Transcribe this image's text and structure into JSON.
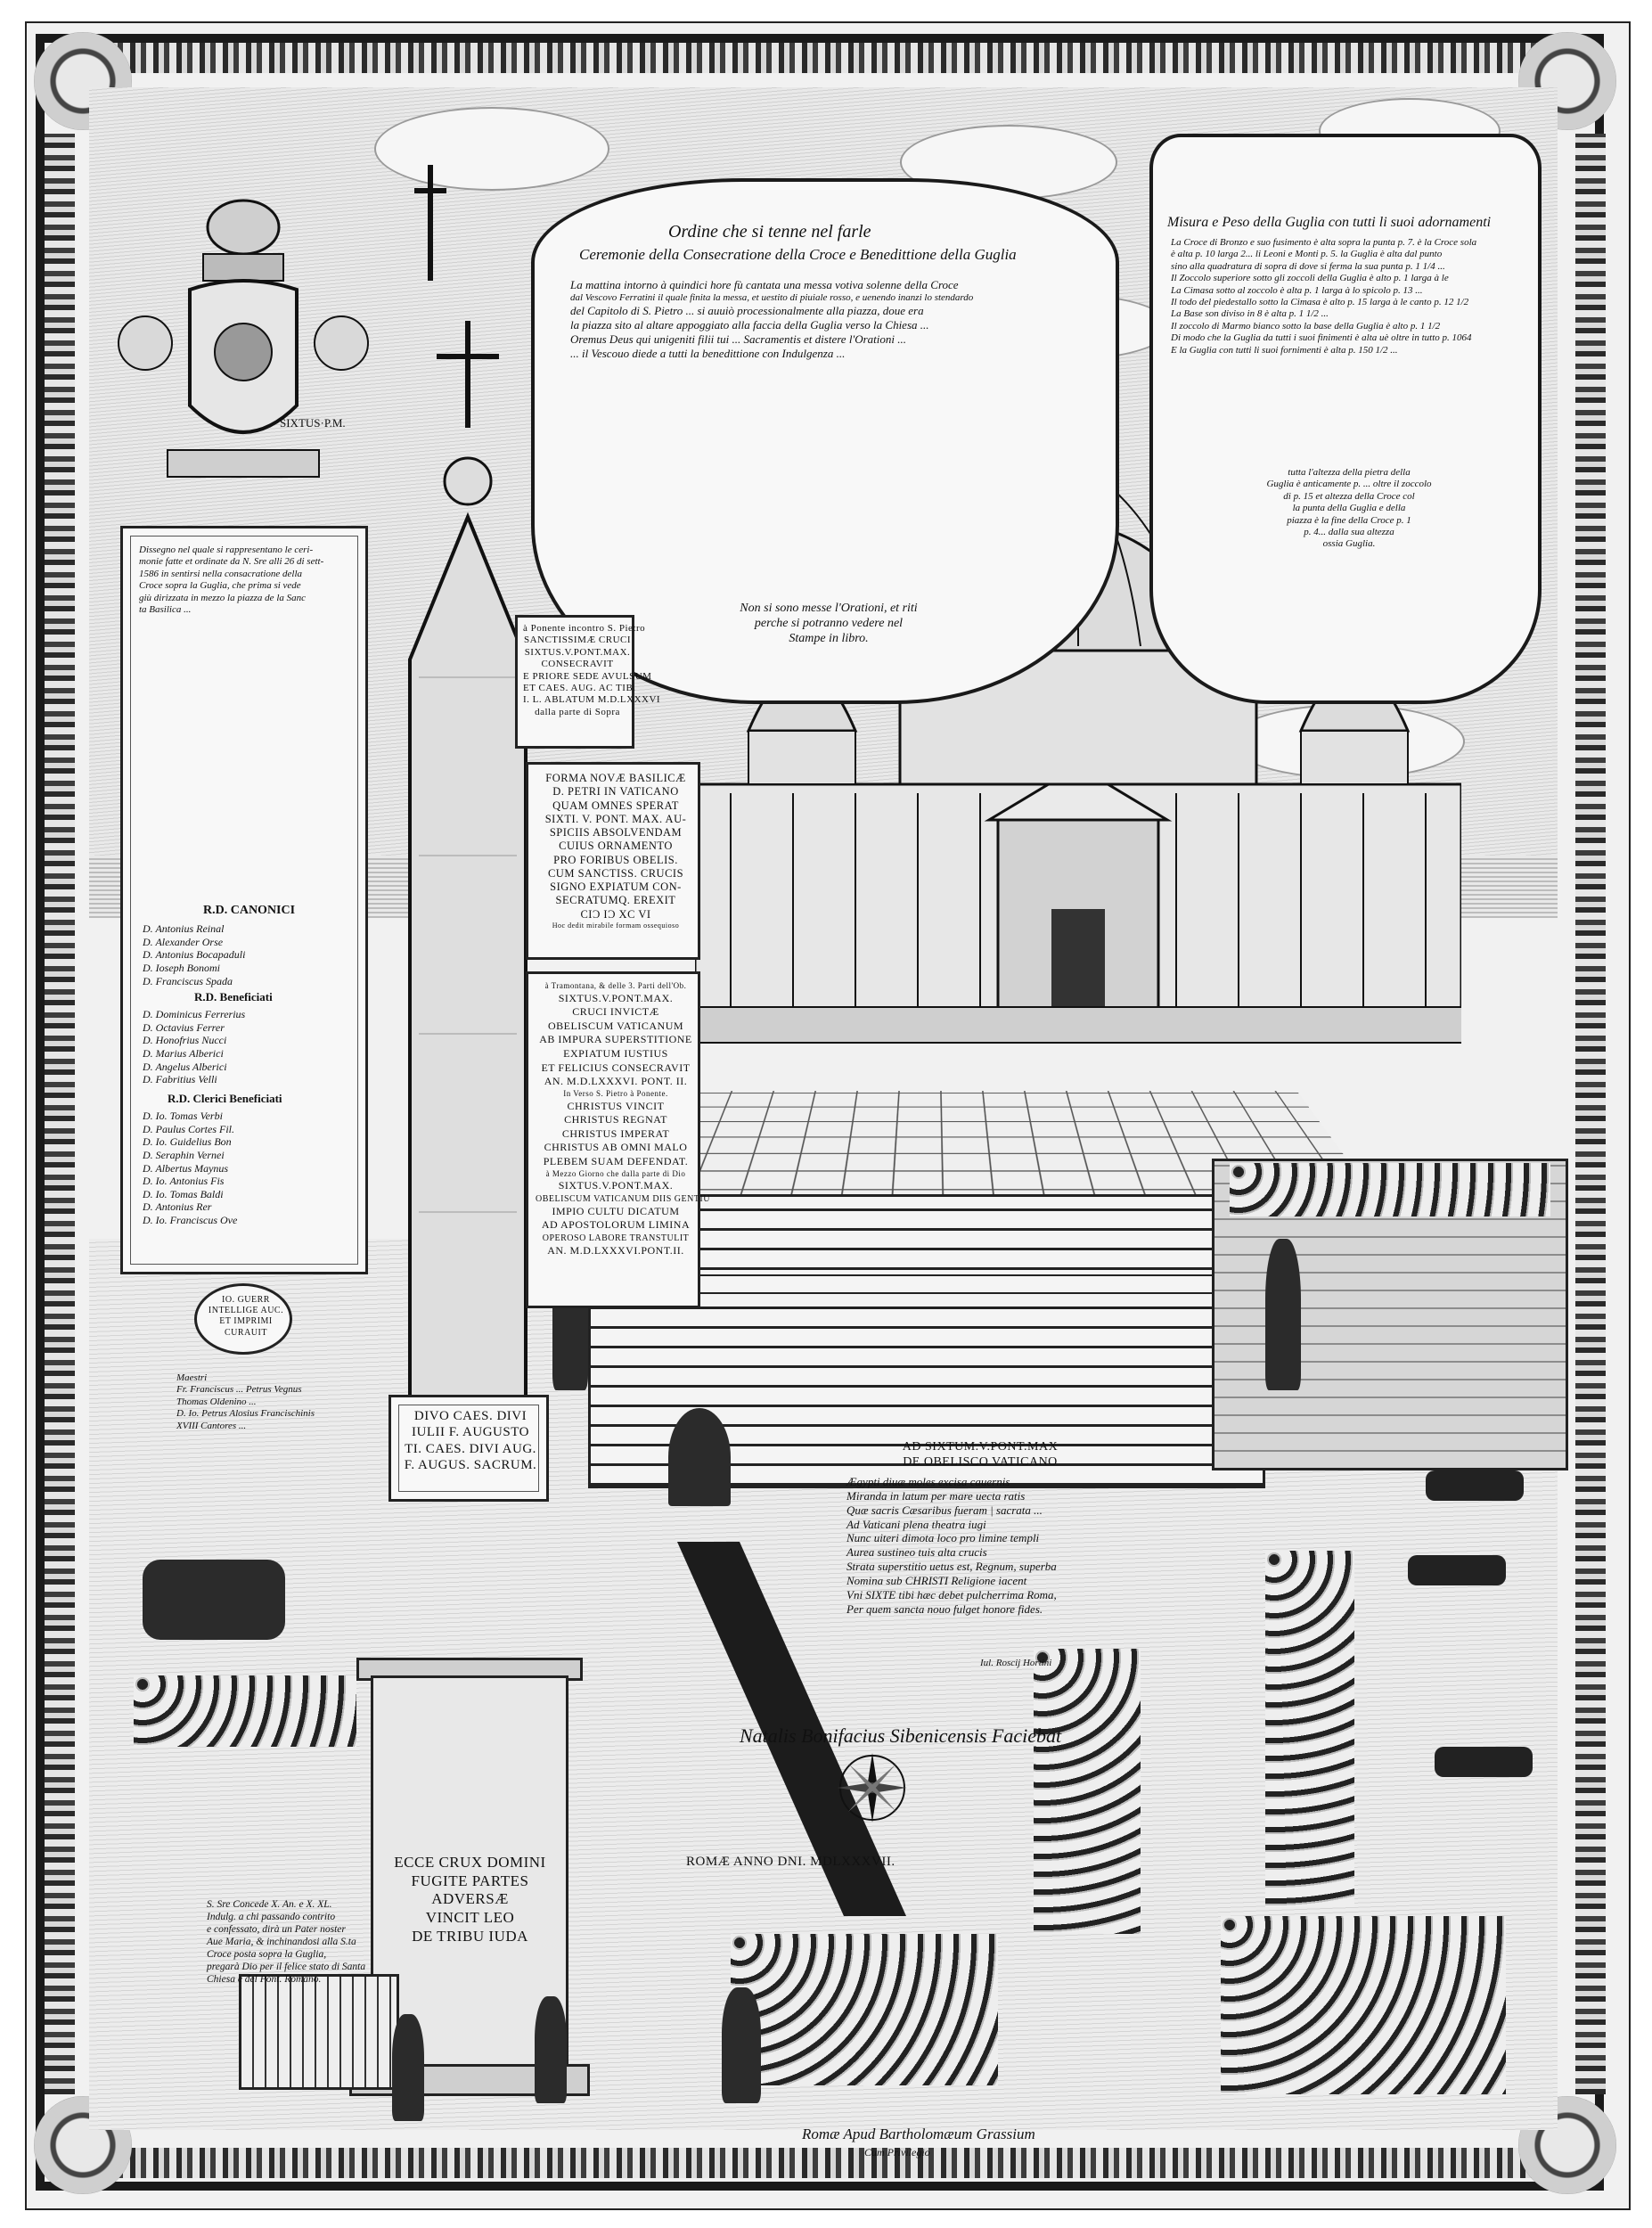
{
  "artwork": {
    "papal_arms_label": "SIXTUS·P.M.",
    "left_intro": [
      "Dissegno nel quale si rappresentano le ceri-",
      "monie fatte et ordinate da N. Sre alli 26 di sett-",
      "1586 in sentirsi nella consacratione della",
      "Croce sopra la Guglia, che prima si vede",
      "giù dirizzata in mezzo la piazza de la Sanc",
      "ta Basilica ..."
    ],
    "left_roster_heading_canonici": "R.D. CANONICI",
    "left_roster_heading_beneficiati": "R.D. Beneficiati",
    "left_roster_heading_clerici": "R.D. Clerici Beneficiati",
    "left_roster": [
      "D. Antonius Reinal",
      "D. Alexander Orse",
      "D. Antonius Bocapaduli",
      "D. Ioseph Bonomi",
      "D. Franciscus Spada",
      "D. Dominicus Ferrerius",
      "D. Octavius Ferrer",
      "D. Honofrius Nucci",
      "D. Marius Alberici",
      "D. Angelus Alberici",
      "D. Fabritius Velli",
      "D. Io. Tomas Verbi",
      "D. Paulus Cortes Fil.",
      "D. Io. Guidelius Bon",
      "D. Seraphin Vernei",
      "D. Albertus Maynus",
      "D. Io. Antonius Fis",
      "D. Io. Tomas Baldi",
      "D. Antonius Rer",
      "D. Io. Franciscus Ove"
    ],
    "left_privilege": [
      "IO. GUERR",
      "INTELLIGE AUC.",
      "ET IMPRIMI",
      "CURAUIT"
    ],
    "left_masters": [
      "Maestri",
      "Fr. Franciscus ... Petrus Vegnus",
      "Thomas Oldenino ...",
      "D. Io. Petrus Alosius Francischinis",
      "XVIII Cantores ..."
    ],
    "center_cartouche_title": "Ordine che si tenne nel farle",
    "center_cartouche_subtitle": "Ceremonie della Consecratione della Croce e Benedittione della Guglia",
    "center_cartouche_body": [
      "La mattina intorno à quindici hore fù cantata una messa votiva solenne della Croce",
      "dal Vescovo Ferratini il quale finita la messa, et uestito di piuiale rosso, e uenendo inanzi lo stendardo",
      "del Capitolo di S. Pietro ... si auuiò processionalmente alla piazza, doue era",
      "la piazza sito al altare appoggiato alla faccia della Guglia verso la Chiesa ...",
      "Oremus Deus qui unigeniti filii tui ... Sacramentis et distere l'Orationi ...",
      "... il Vescouo diede a tutti la benedittione con Indulgenza ...",
      "Non si sono messe l'Orationi, et riti",
      "perche si potranno vedere nel",
      "Stampe in libro."
    ],
    "right_cartouche_title": "Misura e Peso della Guglia con tutti li suoi adornamenti",
    "right_cartouche_body": [
      "La Croce di Bronzo e suo fusimento è alta sopra la punta p. 7. è la Croce sola",
      "è alta p. 10 larga 2... li Leoni e Monti p. 5. la Guglia è alta dal punto",
      "sino alla quadratura di sopra di dove si ferma la sua punta p. 1 1/4 ...",
      "Il Zoccolo superiore sotto gli zoccoli della Guglia è alto p. 1 larga à le",
      "La Cimasa sotto al zoccolo è alta p. 1 larga à lo spicolo p. 13 ...",
      "Il todo del piedestallo sotto la Cimasa è alto p. 15 larga à le canto p. 12 1/2",
      "La Base son diviso in 8 è alta p. 1 1/2 ... ",
      "Il zoccolo di Marmo bianco sotto la base della Guglia è alto p. 1 1/2",
      "Di modo che la Guglia da tutti i suoi finimenti è alta uè oltre in tutto p. 1064",
      "E la Guglia con tutti li suoi fornimenti è alta p. 150 1/2 ...",
      "tutta l'altezza della pietra della",
      "Guglia è anticamente p. ... oltre il zoccolo",
      "di p. 15 et altezza della Croce col",
      "la punta della Guglia e della",
      "piazza è la fine della Croce p. 1",
      "p. 4... dalla sua altezza",
      "ossia Guglia."
    ],
    "west_inscription": [
      "à Ponente incontro S. Pietro",
      "SANCTISSIMÆ CRUCI",
      "SIXTUS.V.PONT.MAX.",
      "CONSECRAVIT",
      "E PRIORE SEDE AVULSUM",
      "ET CAES. AUG. AC TIB.",
      "I. L. ABLATUM M.D.LXXXVI",
      "dalla parte di Sopra"
    ],
    "basilica_inscription": [
      "FORMA NOVÆ BASILICÆ",
      "D. PETRI IN VATICANO",
      "QUAM OMNES SPERAT",
      "SIXTI. V. PONT. MAX. AU-",
      "SPICIIS ABSOLVENDAM",
      "CUIUS ORNAMENTO",
      "PRO FORIBUS OBELIS.",
      "CUM SANCTISS. CRUCIS",
      "SIGNO EXPIATUM CON-",
      "SECRATUMQ. EREXIT",
      "CIƆ IƆ XC VI",
      "Hoc dedit mirabile formam ossequioso"
    ],
    "north_inscription": [
      "à Tramontana, & delle 3. Parti dell'Ob.",
      "SIXTUS.V.PONT.MAX.",
      "CRUCI INVICTÆ",
      "OBELISCUM VATICANUM",
      "AB IMPURA SUPERSTITIONE",
      "EXPIATUM IUSTIUS",
      "ET FELICIUS CONSECRAVIT",
      "AN. M.D.LXXXVI. PONT. II.",
      "In Verso S. Pietro à Ponente.",
      "CHRISTUS VINCIT",
      "CHRISTUS REGNAT",
      "CHRISTUS IMPERAT",
      "CHRISTUS AB OMNI MALO",
      "PLEBEM SUAM DEFENDAT.",
      "à Mezzo Giorno che dalla parte di Dio",
      "SIXTUS.V.PONT.MAX.",
      "OBELISCUM VATICANUM DIIS GENTIU",
      "IMPIO CULTU DICATUM",
      "AD APOSTOLORUM LIMINA",
      "OPEROSO LABORE TRANSTULIT",
      "AN. M.D.LXXXVI.PONT.II."
    ],
    "obelisk_inscription": [
      "DIVO CAES. DIVI",
      "IULII F. AUGUSTO",
      "TI. CAES. DIVI AUG.",
      "F. AUGUS. SACRUM."
    ],
    "pedestal_inscription": [
      "ECCE CRUX DOMINI",
      "FUGITE PARTES",
      "ADVERSÆ",
      "VINCIT LEO",
      "DE TRIBU IUDA"
    ],
    "poem_title": [
      "AD SIXTUM.V.PONT.MAX",
      "DE OBELISCO VATICANO"
    ],
    "poem_lines": [
      "Ægypti diuæ moles excisa cauernis",
      "Miranda in latum per mare uecta ratis",
      "Quæ sacris Cæsaribus fueram | sacrata ...",
      "Ad Vaticani plena theatra iugi",
      "Nunc uiteri dimota loco pro limine templi",
      "Aurea sustineo tuis alta crucis",
      "Strata superstitio uetus est, Regnum, superba",
      "Nomina sub CHRISTI Religione iacent",
      "Vni SIXTE tibi hæc debet pulcherrima Roma,",
      "Per quem sancta nouo fulget honore fides."
    ],
    "poem_author": "Iul. Roscij Hortini",
    "engraver_signature": "Natalis Bonifacius Sibenicensis Faciebat",
    "date_line": "ROMÆ ANNO DNI. MDLXXXVII.",
    "indulgence_text": [
      "S. Sre Concede X. An. e X. XL.",
      "Indulg. a chi passando contrito",
      "e confessato, dirà un Pater noster",
      "Aue Maria, & inchinandosi alla S.ta",
      "Croce posta sopra la Guglia,",
      "pregarà Dio per il felice stato di Santa",
      "Chiesa e del Pont. Romano."
    ],
    "publisher_line_1": "Romæ Apud Bartholomæum Grassium",
    "publisher_line_2": "Cum Privilegio"
  },
  "colors": {
    "ink": "#111111",
    "paper": "#f1f1f1",
    "border": "#1a1a1a"
  },
  "icons": {
    "compass": "compass-rose-icon",
    "cross": "cross-icon",
    "crest": "papal-crest-icon"
  }
}
